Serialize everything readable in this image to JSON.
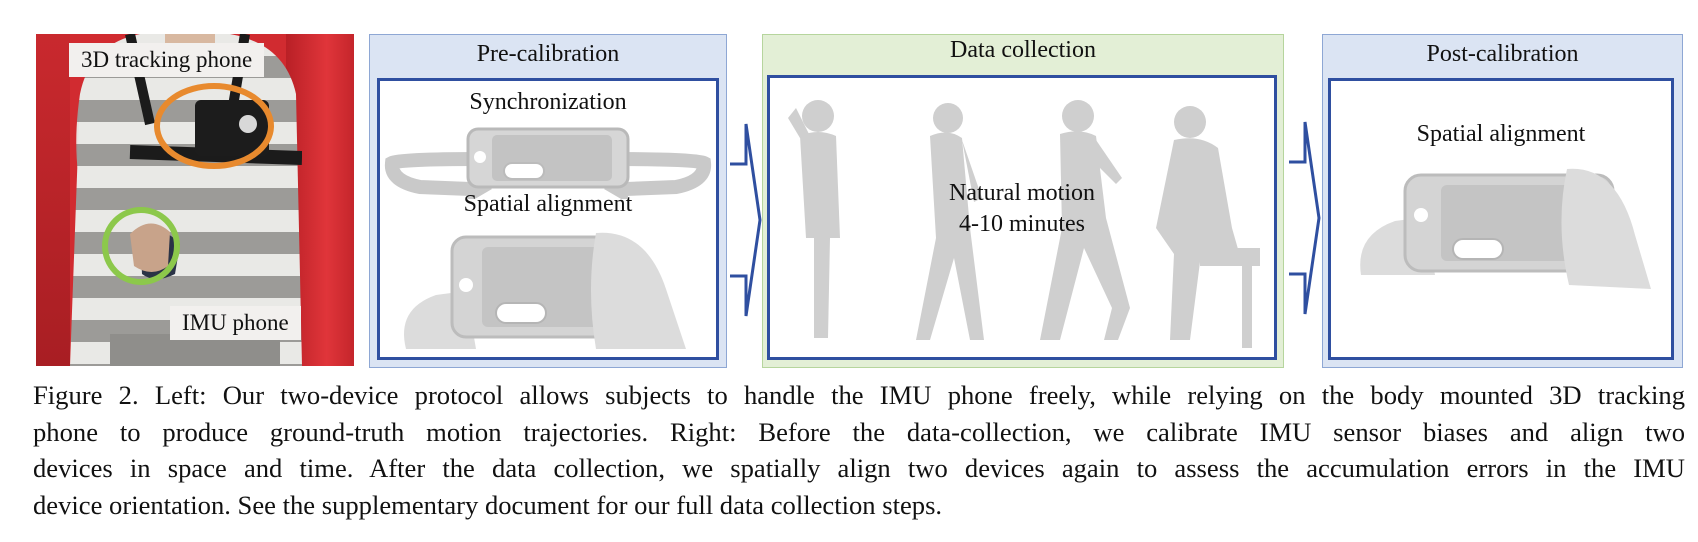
{
  "photo": {
    "label_tracking": "3D tracking phone",
    "label_imu": "IMU phone",
    "colors": {
      "tracking_ring": "#e88a2e",
      "imu_ring": "#8cc84b",
      "backdrop": "#d12b30"
    }
  },
  "pre_calibration": {
    "title": "Pre-calibration",
    "sync_label": "Synchronization",
    "spatial_label": "Spatial alignment"
  },
  "data_collection": {
    "title": "Data collection",
    "motion_line1": "Natural motion",
    "motion_line2": "4-10 minutes"
  },
  "post_calibration": {
    "title": "Post-calibration",
    "spatial_label": "Spatial alignment"
  },
  "caption": {
    "line1": "Figure 2. Left: Our two-device protocol allows subjects to handle the IMU phone freely, while relying on the body mounted 3D tracking",
    "line2": "phone to produce ground-truth motion trajectories.  Right:  Before the data-collection, we calibrate IMU sensor biases and align two",
    "line3": "devices in space and time.  After the data collection, we spatially align two devices again to assess the accumulation errors in the IMU",
    "line4": "device orientation. See the supplementary document for our full data collection steps."
  },
  "colors": {
    "block_blue": "#dbe4f3",
    "block_green": "#e3efd6",
    "frame_blue": "#2f4fa0",
    "silhouette": "#cfcfcf"
  }
}
